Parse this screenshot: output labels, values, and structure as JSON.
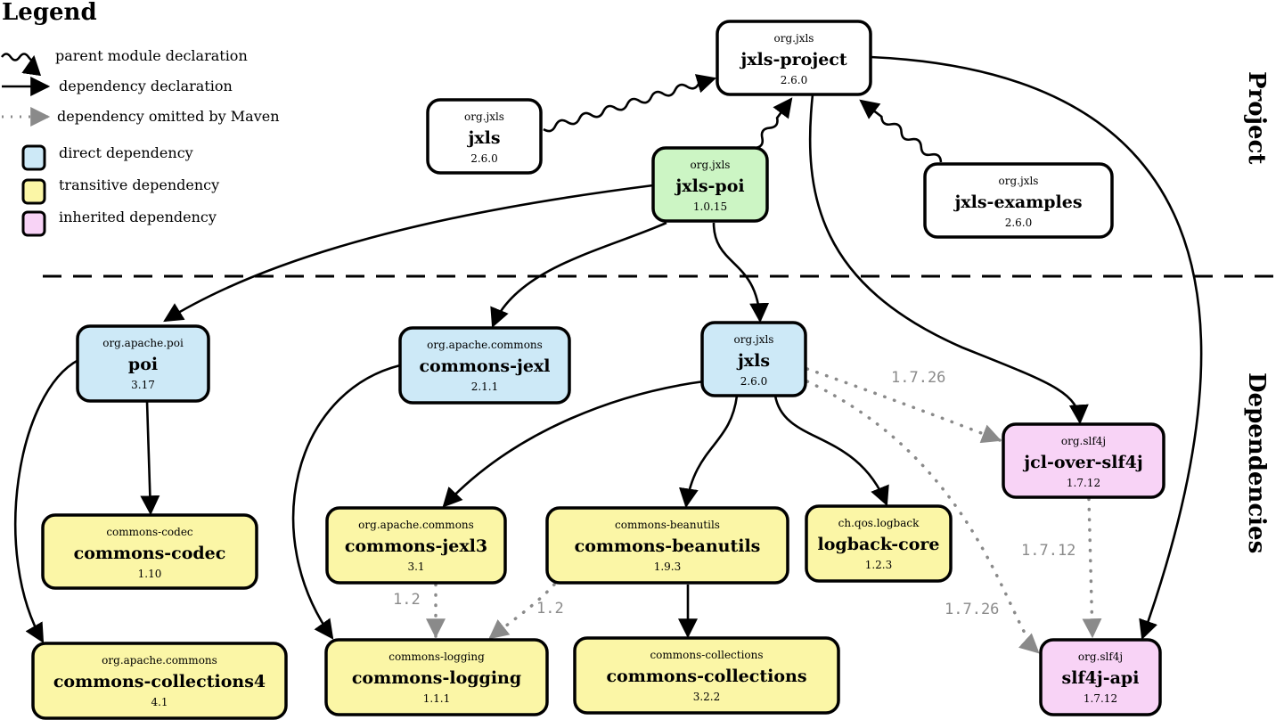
{
  "legend": {
    "title": "Legend",
    "edge_types": [
      {
        "id": "parent",
        "label": "parent module declaration"
      },
      {
        "id": "dep",
        "label": "dependency declaration"
      },
      {
        "id": "omitted",
        "label": "dependency omitted by Maven"
      }
    ],
    "node_types": [
      {
        "id": "direct",
        "label": "direct dependency",
        "color": "#cde9f7"
      },
      {
        "id": "transitive",
        "label": "transitive dependency",
        "color": "#fbf6a6"
      },
      {
        "id": "inherited",
        "label": "inherited dependency",
        "color": "#f8d3f6"
      }
    ]
  },
  "colors": {
    "project": "#ffffff",
    "focus": "#ccf5c4",
    "direct": "#cde9f7",
    "transitive": "#fbf6a6",
    "inherited": "#f8d3f6",
    "omitted_edge": "#8a8a8a"
  },
  "sections": {
    "project": "Project",
    "dependencies": "Dependencies"
  },
  "nodes": [
    {
      "id": "jxls-project",
      "group": "org.jxls",
      "name": "jxls-project",
      "version": "2.6.0",
      "kind": "project"
    },
    {
      "id": "jxls-parent-child",
      "group": "org.jxls",
      "name": "jxls",
      "version": "2.6.0",
      "kind": "project"
    },
    {
      "id": "jxls-poi",
      "group": "org.jxls",
      "name": "jxls-poi",
      "version": "1.0.15",
      "kind": "focus"
    },
    {
      "id": "jxls-examples",
      "group": "org.jxls",
      "name": "jxls-examples",
      "version": "2.6.0",
      "kind": "project"
    },
    {
      "id": "poi",
      "group": "org.apache.poi",
      "name": "poi",
      "version": "3.17",
      "kind": "direct"
    },
    {
      "id": "commons-jexl",
      "group": "org.apache.commons",
      "name": "commons-jexl",
      "version": "2.1.1",
      "kind": "direct"
    },
    {
      "id": "jxls-dep",
      "group": "org.jxls",
      "name": "jxls",
      "version": "2.6.0",
      "kind": "direct"
    },
    {
      "id": "jcl-over-slf4j",
      "group": "org.slf4j",
      "name": "jcl-over-slf4j",
      "version": "1.7.12",
      "kind": "inherited"
    },
    {
      "id": "commons-codec",
      "group": "commons-codec",
      "name": "commons-codec",
      "version": "1.10",
      "kind": "transitive"
    },
    {
      "id": "commons-jexl3",
      "group": "org.apache.commons",
      "name": "commons-jexl3",
      "version": "3.1",
      "kind": "transitive"
    },
    {
      "id": "commons-beanutils",
      "group": "commons-beanutils",
      "name": "commons-beanutils",
      "version": "1.9.3",
      "kind": "transitive"
    },
    {
      "id": "logback-core",
      "group": "ch.qos.logback",
      "name": "logback-core",
      "version": "1.2.3",
      "kind": "transitive"
    },
    {
      "id": "commons-collections4",
      "group": "org.apache.commons",
      "name": "commons-collections4",
      "version": "4.1",
      "kind": "transitive"
    },
    {
      "id": "commons-logging",
      "group": "commons-logging",
      "name": "commons-logging",
      "version": "1.1.1",
      "kind": "transitive"
    },
    {
      "id": "commons-collections",
      "group": "commons-collections",
      "name": "commons-collections",
      "version": "3.2.2",
      "kind": "transitive"
    },
    {
      "id": "slf4j-api",
      "group": "org.slf4j",
      "name": "slf4j-api",
      "version": "1.7.12",
      "kind": "inherited"
    }
  ],
  "edges": [
    {
      "from": "jxls-parent-child",
      "to": "jxls-project",
      "type": "parent",
      "label": ""
    },
    {
      "from": "jxls-poi",
      "to": "jxls-project",
      "type": "parent",
      "label": ""
    },
    {
      "from": "jxls-examples",
      "to": "jxls-project",
      "type": "parent",
      "label": ""
    },
    {
      "from": "jxls-poi",
      "to": "poi",
      "type": "dep",
      "label": ""
    },
    {
      "from": "jxls-poi",
      "to": "commons-jexl",
      "type": "dep",
      "label": ""
    },
    {
      "from": "jxls-poi",
      "to": "jxls-dep",
      "type": "dep",
      "label": ""
    },
    {
      "from": "jxls-project",
      "to": "jcl-over-slf4j",
      "type": "dep",
      "label": ""
    },
    {
      "from": "jxls-project",
      "to": "slf4j-api",
      "type": "dep",
      "label": ""
    },
    {
      "from": "poi",
      "to": "commons-codec",
      "type": "dep",
      "label": ""
    },
    {
      "from": "poi",
      "to": "commons-collections4",
      "type": "dep",
      "label": ""
    },
    {
      "from": "commons-jexl",
      "to": "commons-logging",
      "type": "dep",
      "label": ""
    },
    {
      "from": "jxls-dep",
      "to": "commons-jexl3",
      "type": "dep",
      "label": ""
    },
    {
      "from": "jxls-dep",
      "to": "commons-beanutils",
      "type": "dep",
      "label": ""
    },
    {
      "from": "jxls-dep",
      "to": "logback-core",
      "type": "dep",
      "label": ""
    },
    {
      "from": "jxls-dep",
      "to": "jcl-over-slf4j",
      "type": "omitted",
      "label": "1.7.26"
    },
    {
      "from": "jxls-dep",
      "to": "slf4j-api",
      "type": "omitted",
      "label": "1.7.26"
    },
    {
      "from": "jcl-over-slf4j",
      "to": "slf4j-api",
      "type": "omitted",
      "label": "1.7.12"
    },
    {
      "from": "commons-jexl3",
      "to": "commons-logging",
      "type": "omitted",
      "label": "1.2"
    },
    {
      "from": "commons-beanutils",
      "to": "commons-logging",
      "type": "omitted",
      "label": "1.2"
    },
    {
      "from": "commons-beanutils",
      "to": "commons-collections",
      "type": "dep",
      "label": ""
    }
  ]
}
